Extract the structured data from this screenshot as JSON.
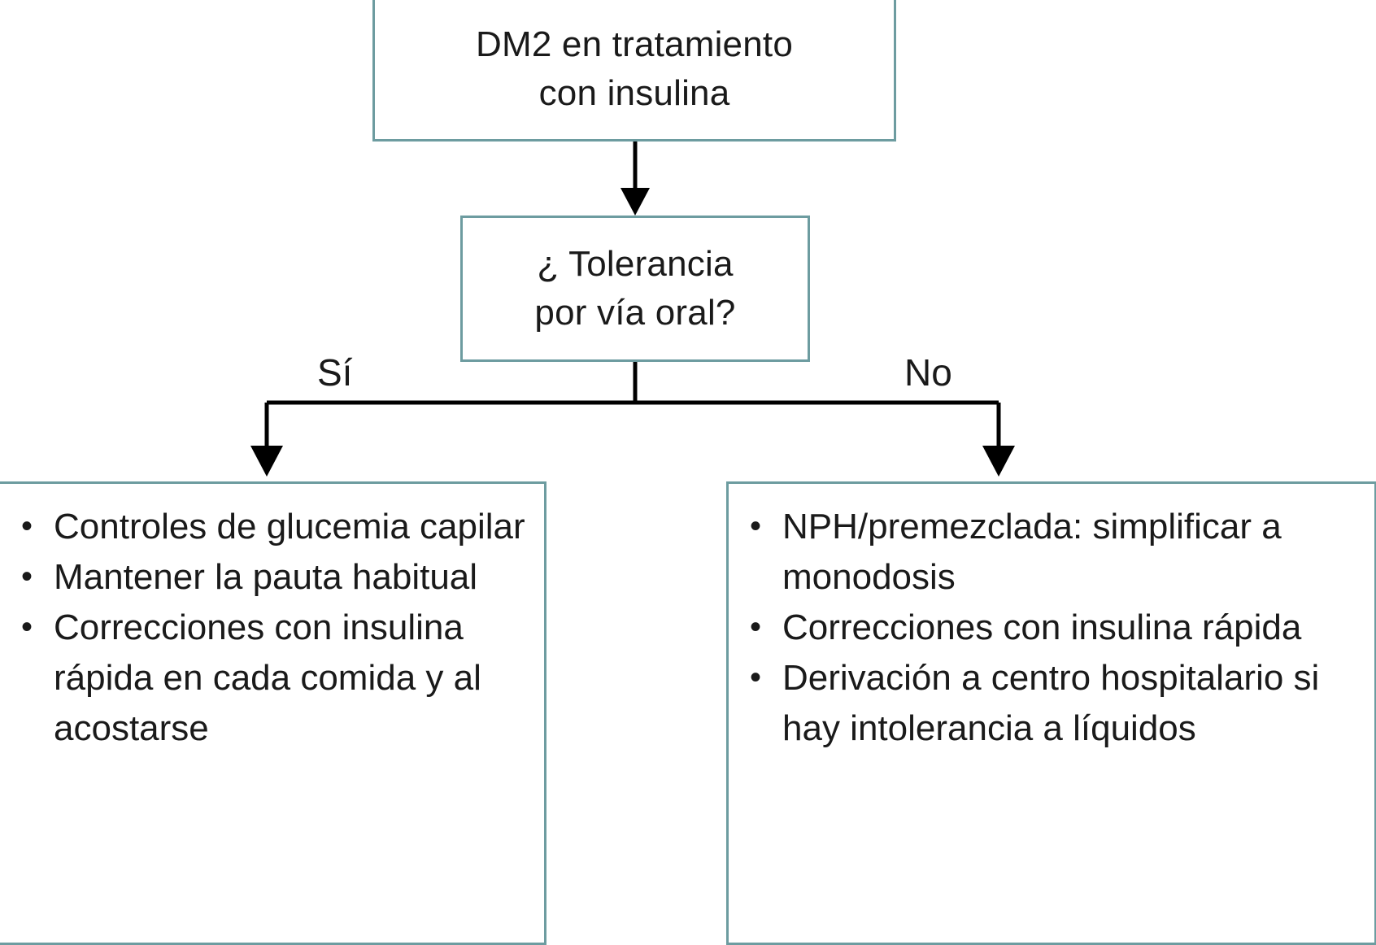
{
  "diagram": {
    "title_node": {
      "text": "DM2 en tratamiento\ncon insulina"
    },
    "decision_node": {
      "text": "¿ Tolerancia\npor vía oral?"
    },
    "edges": [
      {
        "label": "Sí"
      },
      {
        "label": "No"
      }
    ],
    "outcome_yes": {
      "bullets": [
        "Controles de glucemia capilar",
        "Mantener la pauta habitual",
        "Correcciones con insulina rápida en cada comida y al acostarse"
      ]
    },
    "outcome_no": {
      "bullets": [
        "NPH/premezclada: simplificar a monodosis",
        "Correcciones con insulina rápida",
        "Derivación a centro hospitalario si hay intolerancia a líquidos"
      ]
    },
    "colors": {
      "box_border": "#6d9ca0",
      "connector": "#000000",
      "text": "#1a1a1a",
      "background": "#ffffff"
    }
  }
}
